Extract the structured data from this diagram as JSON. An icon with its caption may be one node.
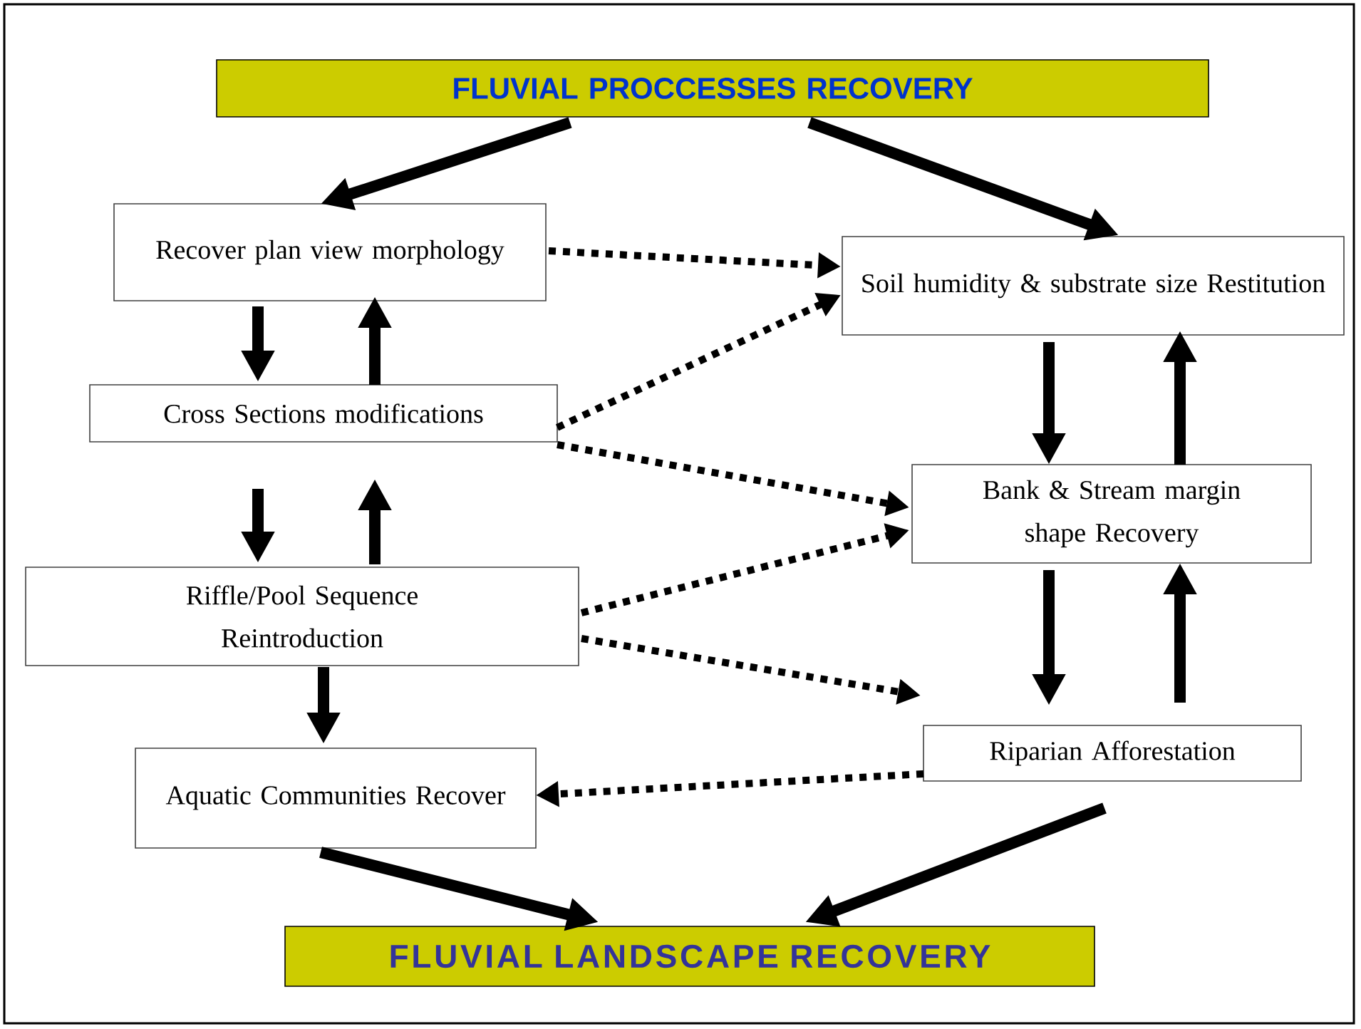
{
  "diagram": {
    "nodes": [
      {
        "text": [
          "FLUVIAL PROCCESSES RECOVERY"
        ]
      },
      {
        "text": [
          "Recover plan view morphology"
        ]
      },
      {
        "text": [
          "Soil humidity & substrate size Restitution"
        ]
      },
      {
        "text": [
          "Cross Sections modifications"
        ]
      },
      {
        "text": [
          "Bank & Stream margin shape Recovery"
        ]
      },
      {
        "text": [
          "Riffle/Pool Sequence Reintroduction"
        ]
      },
      {
        "text": [
          "Riparian Afforestation"
        ]
      },
      {
        "text": [
          "Aquatic Communities Recover"
        ]
      },
      {
        "text": [
          "FLUVIAL LANDSCAPE RECOVERY"
        ]
      }
    ],
    "edges": [
      {
        "from": 0,
        "to": 1,
        "arrow": "to"
      },
      {
        "from": 0,
        "to": 2,
        "arrow": "to"
      },
      {
        "from": 1,
        "to": 3,
        "arrow": "to"
      },
      {
        "from": 3,
        "to": 1,
        "arrow": "to"
      },
      {
        "from": 1,
        "to": 2,
        "arrow": "to",
        "style": "dashed"
      },
      {
        "from": 3,
        "to": 2,
        "arrow": "to",
        "style": "dashed"
      },
      {
        "from": 3,
        "to": 4,
        "arrow": "to",
        "style": "dashed"
      },
      {
        "from": 3,
        "to": 5,
        "arrow": "to"
      },
      {
        "from": 5,
        "to": 3,
        "arrow": "to"
      },
      {
        "from": 5,
        "to": 4,
        "arrow": "to",
        "style": "dashed"
      },
      {
        "from": 5,
        "to": 6,
        "arrow": "to",
        "style": "dashed"
      },
      {
        "from": 5,
        "to": 7,
        "arrow": "to"
      },
      {
        "from": 6,
        "to": 7,
        "arrow": "to",
        "style": "dashed"
      },
      {
        "from": 2,
        "to": 4,
        "arrow": "to"
      },
      {
        "from": 4,
        "to": 2,
        "arrow": "to"
      },
      {
        "from": 4,
        "to": 6,
        "arrow": "to"
      },
      {
        "from": 6,
        "to": 4,
        "arrow": "to"
      },
      {
        "from": 7,
        "to": 8,
        "arrow": "to"
      },
      {
        "from": 6,
        "to": 8,
        "arrow": "to"
      }
    ]
  }
}
